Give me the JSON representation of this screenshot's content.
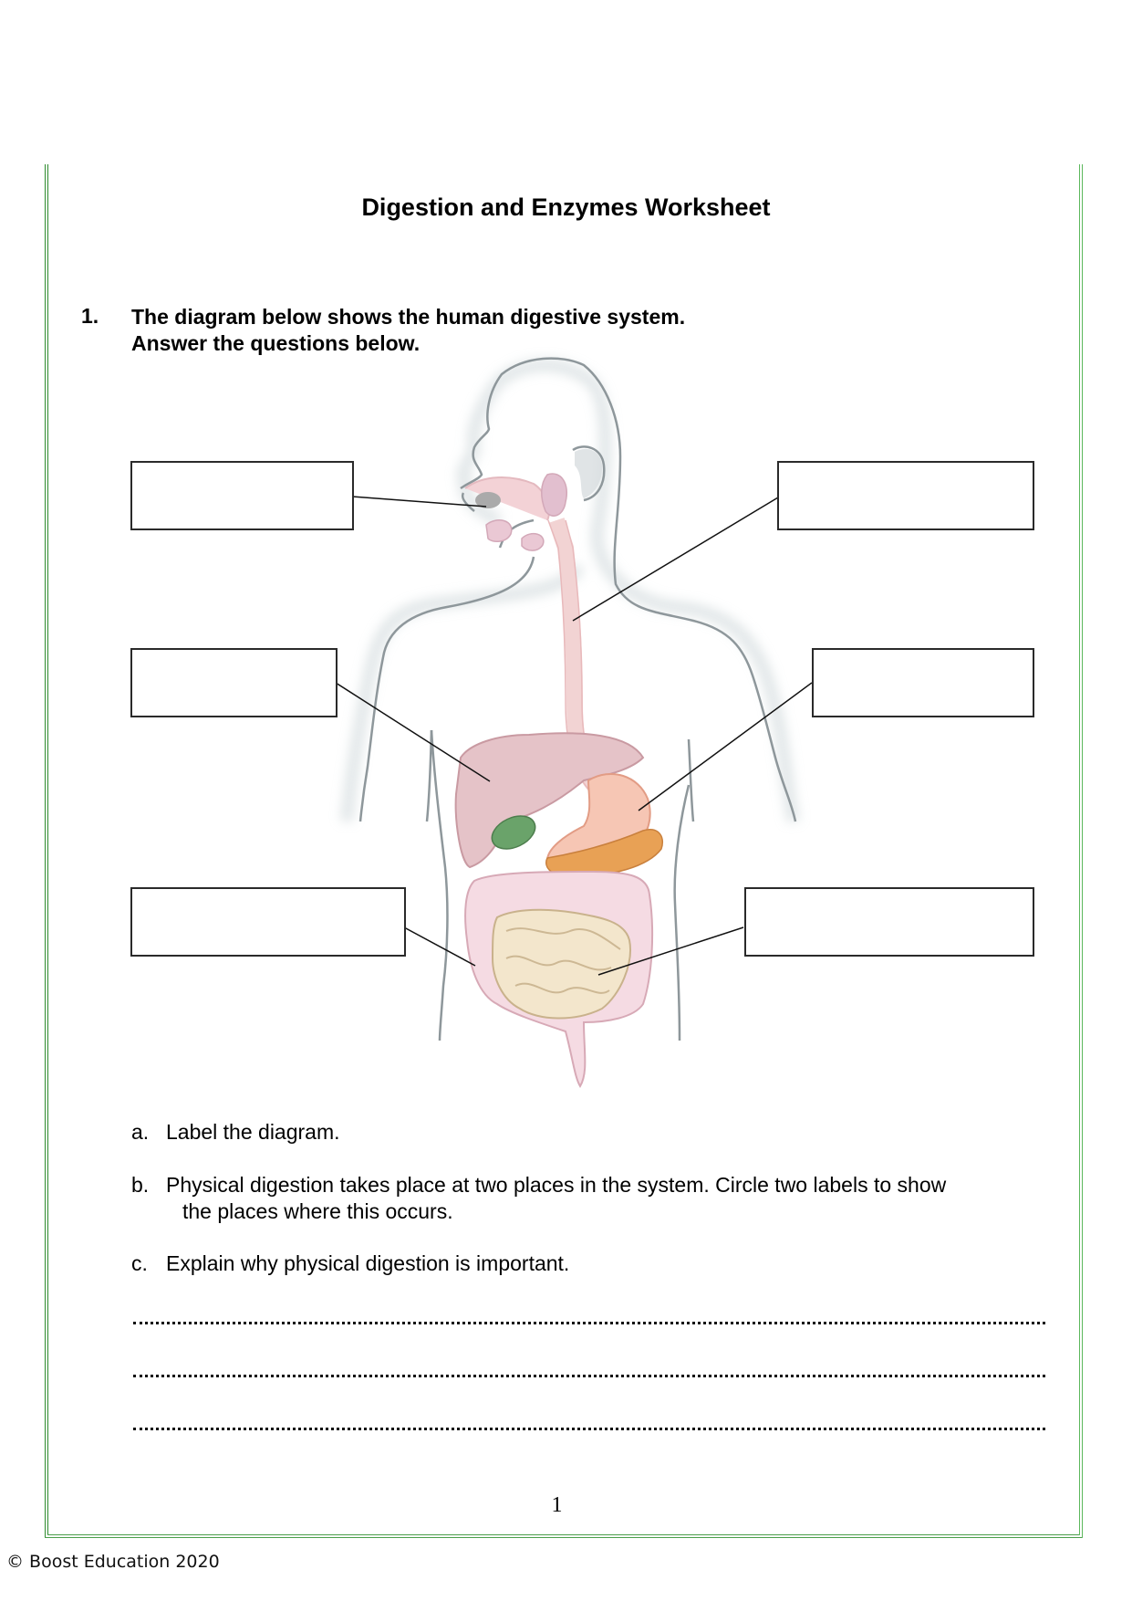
{
  "document": {
    "title": "Digestion and Enzymes Worksheet",
    "page_number": "1",
    "footer": "© Boost Education 2020",
    "border_color": "#4a9e4a"
  },
  "question1": {
    "number": "1.",
    "line1": "The diagram below shows the human digestive system.",
    "line2": "Answer the questions below.",
    "diagram": {
      "description": "Human digestive system illustration with six blank label boxes",
      "label_boxes": [
        {
          "id": "mouth",
          "side": "left",
          "value": ""
        },
        {
          "id": "oesophagus",
          "side": "right",
          "value": ""
        },
        {
          "id": "liver",
          "side": "left",
          "value": ""
        },
        {
          "id": "stomach",
          "side": "right",
          "value": ""
        },
        {
          "id": "large-intestine",
          "side": "left",
          "value": ""
        },
        {
          "id": "small-intestine",
          "side": "right",
          "value": ""
        }
      ]
    },
    "parts": [
      {
        "letter": "a.",
        "text": "Label the diagram."
      },
      {
        "letter": "b.",
        "text": "Physical digestion takes place at two places in the system. Circle two labels to show",
        "continuation": "the places where this occurs."
      },
      {
        "letter": "c.",
        "text": "Explain why physical digestion is important."
      }
    ],
    "answer_lines": [
      "",
      "",
      ""
    ]
  }
}
